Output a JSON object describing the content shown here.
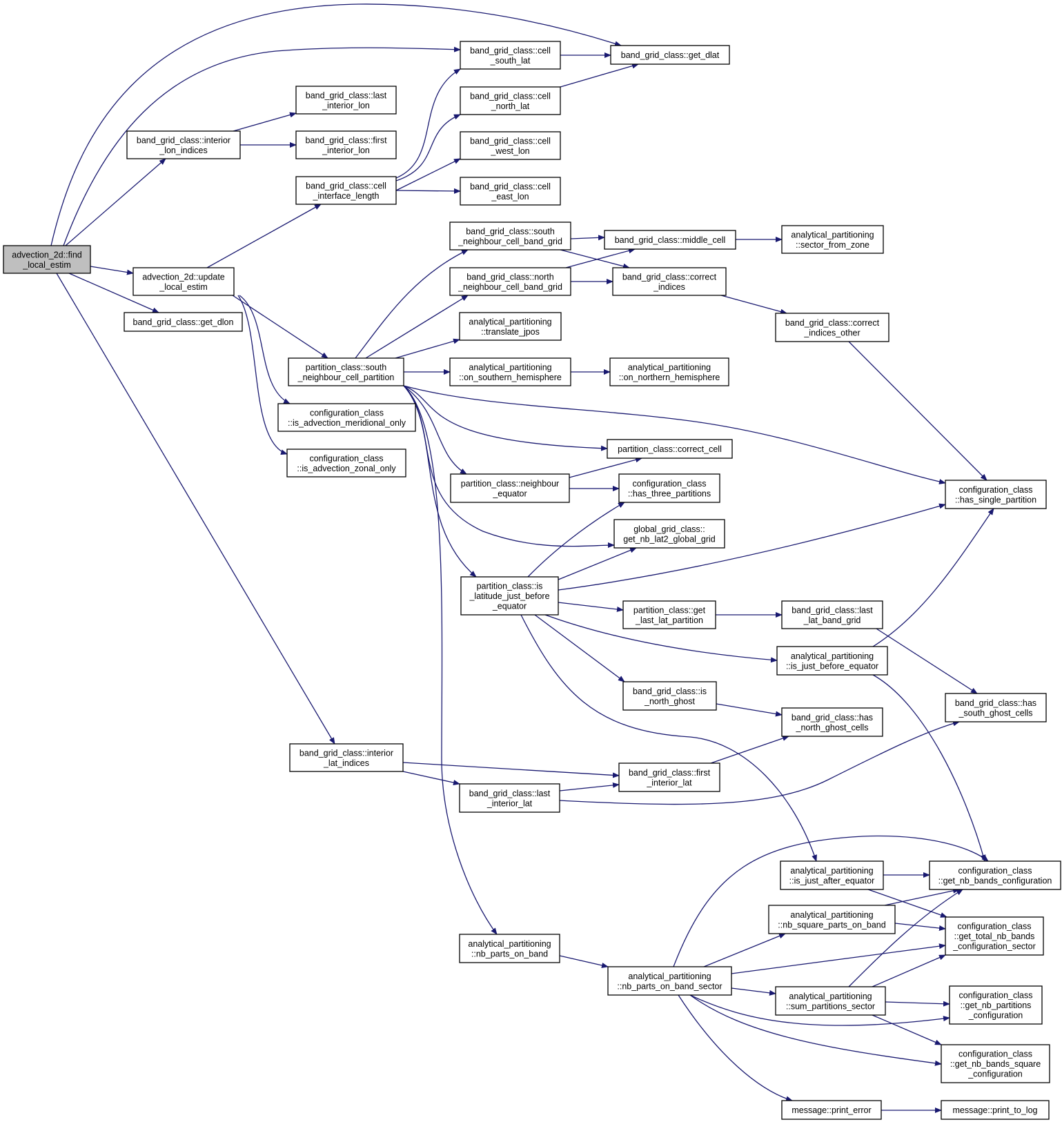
{
  "colors": {
    "edge": "#191970",
    "box_border": "#000000",
    "root_fill": "#bfbfbf",
    "node_fill": "#ffffff",
    "truncated_border": "#ff0000",
    "text": "#000000"
  },
  "nodes": [
    {
      "id": "find_local_estim",
      "lines": [
        "advection_2d::find",
        "_local_estim"
      ],
      "root": true
    },
    {
      "id": "interior_lon_indices",
      "lines": [
        "band_grid_class::interior",
        "_lon_indices"
      ]
    },
    {
      "id": "update_local_estim",
      "lines": [
        "advection_2d::update",
        "_local_estim"
      ]
    },
    {
      "id": "get_dlon",
      "lines": [
        "band_grid_class::get_dlon"
      ]
    },
    {
      "id": "interior_lat_indices",
      "lines": [
        "band_grid_class::interior",
        "_lat_indices"
      ]
    },
    {
      "id": "last_interior_lon",
      "lines": [
        "band_grid_class::last",
        "_interior_lon"
      ]
    },
    {
      "id": "first_interior_lon",
      "lines": [
        "band_grid_class::first",
        "_interior_lon"
      ]
    },
    {
      "id": "cell_interface_length",
      "lines": [
        "band_grid_class::cell",
        "_interface_length"
      ]
    },
    {
      "id": "south_neighbour_cell_partition",
      "lines": [
        "partition_class::south",
        "_neighbour_cell_partition"
      ]
    },
    {
      "id": "is_advection_meridional_only",
      "lines": [
        "configuration_class",
        "::is_advection_meridional_only"
      ]
    },
    {
      "id": "is_advection_zonal_only",
      "lines": [
        "configuration_class",
        "::is_advection_zonal_only"
      ]
    },
    {
      "id": "cell_south_lat",
      "lines": [
        "band_grid_class::cell",
        "_south_lat"
      ]
    },
    {
      "id": "cell_north_lat",
      "lines": [
        "band_grid_class::cell",
        "_north_lat"
      ]
    },
    {
      "id": "cell_west_lon",
      "lines": [
        "band_grid_class::cell",
        "_west_lon"
      ]
    },
    {
      "id": "cell_east_lon",
      "lines": [
        "band_grid_class::cell",
        "_east_lon"
      ]
    },
    {
      "id": "get_dlat",
      "lines": [
        "band_grid_class::get_dlat"
      ]
    },
    {
      "id": "south_neighbour_cell_band_grid",
      "lines": [
        "band_grid_class::south",
        "_neighbour_cell_band_grid"
      ]
    },
    {
      "id": "north_neighbour_cell_band_grid",
      "lines": [
        "band_grid_class::north",
        "_neighbour_cell_band_grid"
      ]
    },
    {
      "id": "middle_cell",
      "lines": [
        "band_grid_class::middle_cell"
      ]
    },
    {
      "id": "sector_from_zone",
      "lines": [
        "analytical_partitioning",
        "::sector_from_zone"
      ]
    },
    {
      "id": "correct_indices",
      "lines": [
        "band_grid_class::correct",
        "_indices"
      ]
    },
    {
      "id": "correct_indices_other",
      "lines": [
        "band_grid_class::correct",
        "_indices_other"
      ],
      "truncated": true
    },
    {
      "id": "translate_jpos",
      "lines": [
        "analytical_partitioning",
        "::translate_jpos"
      ]
    },
    {
      "id": "on_southern_hemisphere",
      "lines": [
        "analytical_partitioning",
        "::on_southern_hemisphere"
      ]
    },
    {
      "id": "on_northern_hemisphere",
      "lines": [
        "analytical_partitioning",
        "::on_northern_hemisphere"
      ]
    },
    {
      "id": "correct_cell",
      "lines": [
        "partition_class::correct_cell"
      ]
    },
    {
      "id": "neighbour_equator",
      "lines": [
        "partition_class::neighbour",
        "_equator"
      ]
    },
    {
      "id": "has_three_partitions",
      "lines": [
        "configuration_class",
        "::has_three_partitions"
      ]
    },
    {
      "id": "get_nb_lat2_global_grid",
      "lines": [
        "global_grid_class::",
        "get_nb_lat2_global_grid"
      ]
    },
    {
      "id": "has_single_partition",
      "lines": [
        "configuration_class",
        "::has_single_partition"
      ]
    },
    {
      "id": "is_latitude_just_before_equator",
      "lines": [
        "partition_class::is",
        "_latitude_just_before",
        "_equator"
      ]
    },
    {
      "id": "get_last_lat_partition",
      "lines": [
        "partition_class::get",
        "_last_lat_partition"
      ]
    },
    {
      "id": "last_lat_band_grid",
      "lines": [
        "band_grid_class::last",
        "_lat_band_grid"
      ]
    },
    {
      "id": "is_just_before_equator",
      "lines": [
        "analytical_partitioning",
        "::is_just_before_equator"
      ]
    },
    {
      "id": "is_north_ghost",
      "lines": [
        "band_grid_class::is",
        "_north_ghost"
      ]
    },
    {
      "id": "has_south_ghost_cells",
      "lines": [
        "band_grid_class::has",
        "_south_ghost_cells"
      ]
    },
    {
      "id": "has_north_ghost_cells",
      "lines": [
        "band_grid_class::has",
        "_north_ghost_cells"
      ]
    },
    {
      "id": "first_interior_lat",
      "lines": [
        "band_grid_class::first",
        "_interior_lat"
      ]
    },
    {
      "id": "last_interior_lat",
      "lines": [
        "band_grid_class::last",
        "_interior_lat"
      ]
    },
    {
      "id": "is_just_after_equator",
      "lines": [
        "analytical_partitioning",
        "::is_just_after_equator"
      ]
    },
    {
      "id": "get_nb_bands_configuration",
      "lines": [
        "configuration_class",
        "::get_nb_bands_configuration"
      ]
    },
    {
      "id": "nb_square_parts_on_band",
      "lines": [
        "analytical_partitioning",
        "::nb_square_parts_on_band"
      ]
    },
    {
      "id": "get_total_nb_bands_configuration_sector",
      "lines": [
        "configuration_class",
        "::get_total_nb_bands",
        "_configuration_sector"
      ]
    },
    {
      "id": "nb_parts_on_band",
      "lines": [
        "analytical_partitioning",
        "::nb_parts_on_band"
      ]
    },
    {
      "id": "nb_parts_on_band_sector",
      "lines": [
        "analytical_partitioning",
        "::nb_parts_on_band_sector"
      ]
    },
    {
      "id": "sum_partitions_sector",
      "lines": [
        "analytical_partitioning",
        "::sum_partitions_sector"
      ],
      "truncated": true
    },
    {
      "id": "get_nb_partitions_configuration",
      "lines": [
        "configuration_class",
        "::get_nb_partitions",
        "_configuration"
      ]
    },
    {
      "id": "get_nb_bands_square_configuration",
      "lines": [
        "configuration_class",
        "::get_nb_bands_square",
        "_configuration"
      ]
    },
    {
      "id": "print_error",
      "lines": [
        "message::print_error"
      ]
    },
    {
      "id": "print_to_log",
      "lines": [
        "message::print_to_log"
      ]
    }
  ]
}
